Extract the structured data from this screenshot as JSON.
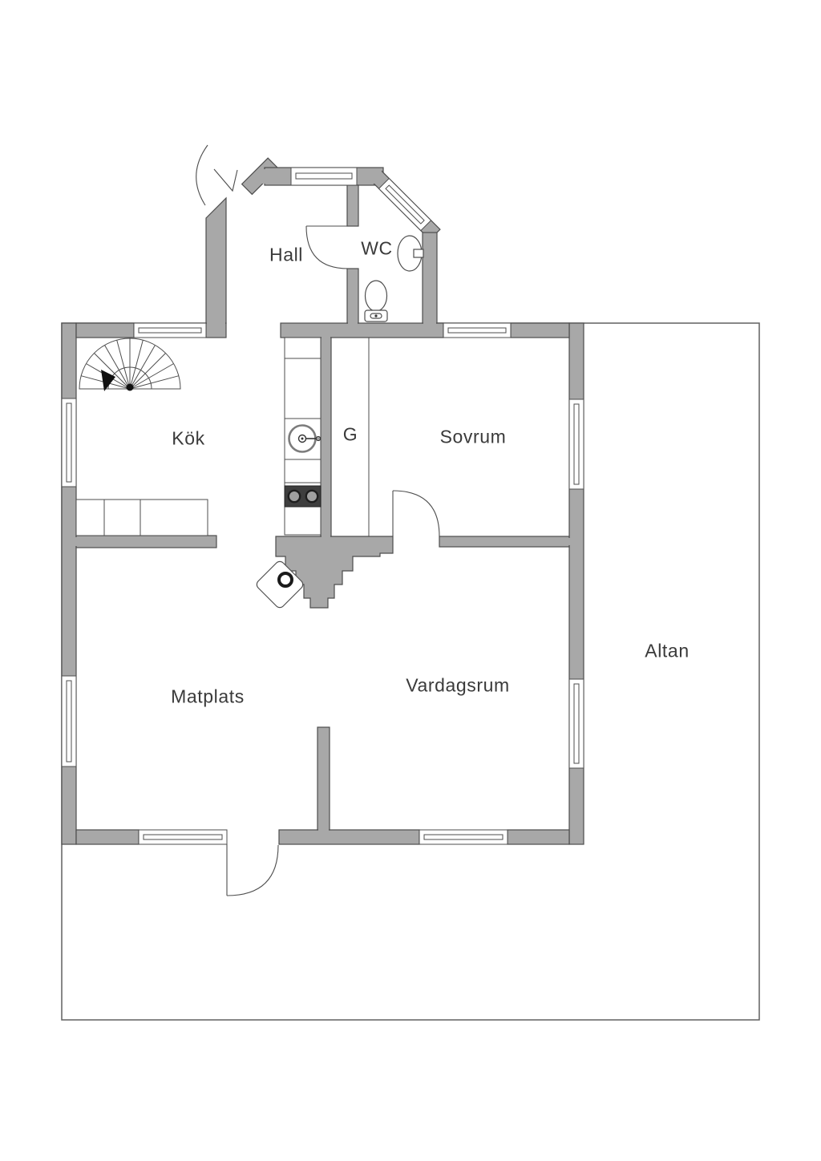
{
  "title": "Floor plan",
  "rooms": {
    "hall": {
      "label": "Hall"
    },
    "wc": {
      "label": "WC"
    },
    "kok": {
      "label": "Kök"
    },
    "g": {
      "label": "G"
    },
    "sovrum": {
      "label": "Sovrum"
    },
    "matplats": {
      "label": "Matplats"
    },
    "vardagsrum": {
      "label": "Vardagsrum"
    },
    "altan": {
      "label": "Altan"
    }
  },
  "fixtures": [
    "spiral-staircase",
    "direction-arrow",
    "toilet",
    "wc-sink",
    "kitchen-counter-run",
    "kitchen-counter-strip",
    "kitchen-sink",
    "cooktop",
    "chimney",
    "wood-stove",
    "wardrobe-g",
    "entrance-door",
    "wc-door",
    "bedroom-door",
    "terrace-door"
  ],
  "counts": {
    "windows": 10,
    "doors": 4
  },
  "colors": {
    "wall": "#a8a8a8",
    "outline": "#4d4d4d",
    "background": "#ffffff",
    "text": "#3a3a3a",
    "cooktop": "#3e3e3e",
    "burner": "#9f9f9f"
  }
}
